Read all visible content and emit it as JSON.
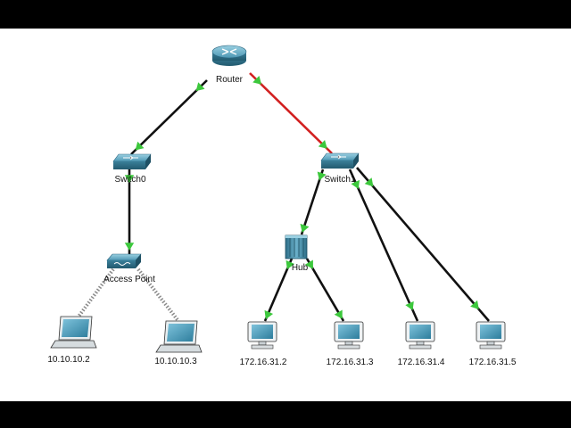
{
  "devices": {
    "router": {
      "label": "Router",
      "icon": "router-icon"
    },
    "switch0": {
      "label": "Switch0",
      "icon": "switch-icon"
    },
    "switch1": {
      "label": "Switch1",
      "icon": "switch-icon"
    },
    "access_point": {
      "label": "Access Point",
      "icon": "access-point-icon"
    },
    "hub": {
      "label": "Hub",
      "icon": "hub-icon"
    },
    "laptop1": {
      "label": "10.10.10.2",
      "icon": "laptop-icon"
    },
    "laptop2": {
      "label": "10.10.10.3",
      "icon": "laptop-icon"
    },
    "pc1": {
      "label": "172.16.31.2",
      "icon": "pc-icon"
    },
    "pc2": {
      "label": "172.16.31.3",
      "icon": "pc-icon"
    },
    "pc3": {
      "label": "172.16.31.4",
      "icon": "pc-icon"
    },
    "pc4": {
      "label": "172.16.31.5",
      "icon": "pc-icon"
    }
  },
  "links": [
    {
      "from": "router",
      "to": "switch0",
      "type": "ethernet"
    },
    {
      "from": "router",
      "to": "switch1",
      "type": "ethernet-down"
    },
    {
      "from": "switch0",
      "to": "access_point",
      "type": "ethernet"
    },
    {
      "from": "switch1",
      "to": "hub",
      "type": "ethernet"
    },
    {
      "from": "switch1",
      "to": "pc3",
      "type": "ethernet"
    },
    {
      "from": "switch1",
      "to": "pc4",
      "type": "ethernet"
    },
    {
      "from": "hub",
      "to": "pc1",
      "type": "ethernet"
    },
    {
      "from": "hub",
      "to": "pc2",
      "type": "ethernet"
    },
    {
      "from": "access_point",
      "to": "laptop1",
      "type": "wireless"
    },
    {
      "from": "access_point",
      "to": "laptop2",
      "type": "wireless"
    }
  ],
  "colors": {
    "link": "#111111",
    "link_down": "#d22020",
    "link_up_marker": "#3cc83c",
    "wireless": "#8a8a8a",
    "device_teal": "#3f8aa6"
  }
}
